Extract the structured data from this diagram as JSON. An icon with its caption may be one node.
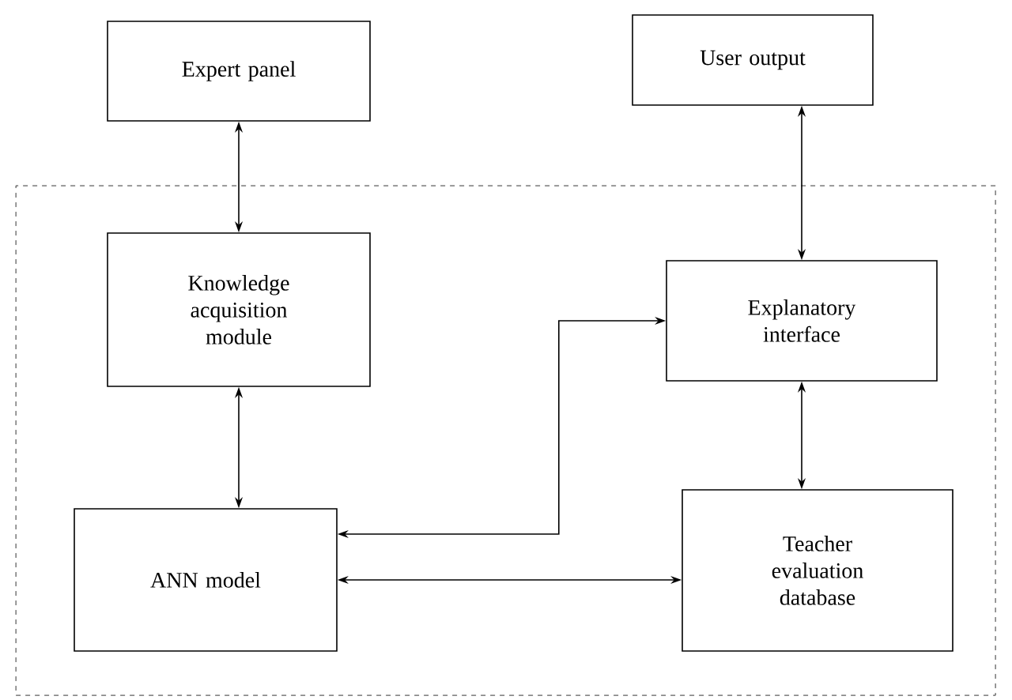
{
  "diagram": {
    "nodes": [
      {
        "text": [
          "Expert panel"
        ]
      },
      {
        "text": [
          "User output"
        ]
      },
      {
        "text": [],
        "shape": "box"
      },
      {
        "text": [
          "Knowledge acquisition module"
        ],
        "in": 2
      },
      {
        "text": [
          "Explanatory interface"
        ],
        "in": 2
      },
      {
        "text": [
          "ANN model"
        ],
        "in": 2
      },
      {
        "text": [
          "Teacher evaluation database"
        ],
        "in": 2
      }
    ],
    "edges": [
      {
        "from": 0,
        "to": 3,
        "arrow": "both"
      },
      {
        "from": 1,
        "to": 4,
        "arrow": "both"
      },
      {
        "from": 3,
        "to": 5,
        "arrow": "both"
      },
      {
        "from": 5,
        "to": 4,
        "arrow": "both"
      },
      {
        "from": 5,
        "to": 6,
        "arrow": "both"
      },
      {
        "from": 4,
        "to": 6,
        "arrow": "both"
      }
    ]
  }
}
